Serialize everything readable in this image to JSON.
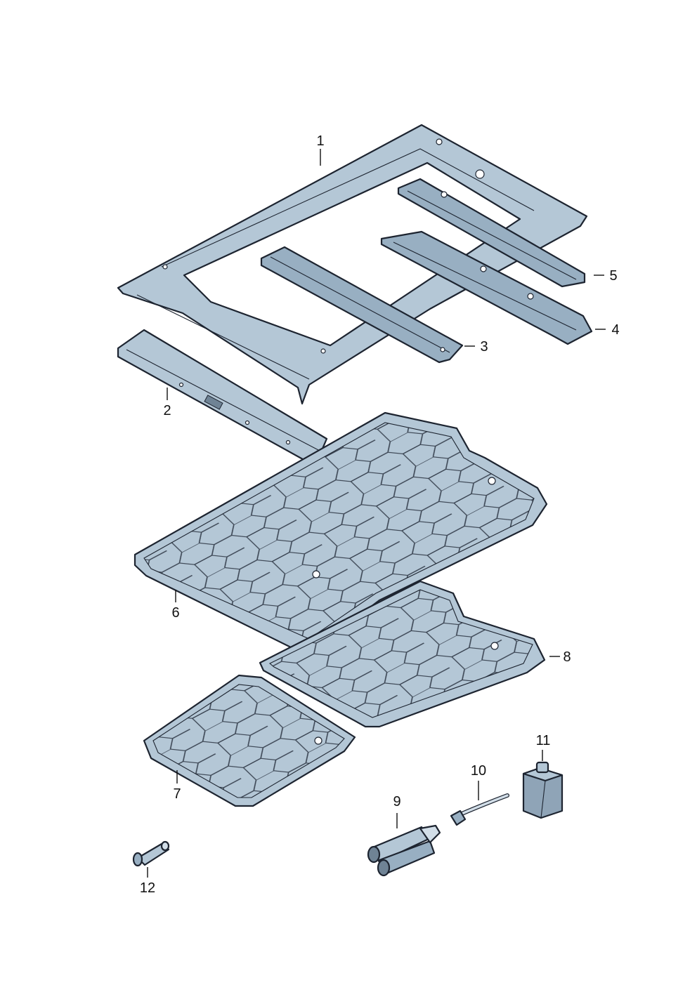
{
  "colors": {
    "part_fill": "#b4c7d6",
    "part_fill_dark": "#98afc2",
    "part_fill_light": "#d2dee8",
    "outline": "#1d2430",
    "background": "#ffffff"
  },
  "callouts": [
    {
      "id": "roof-panel",
      "label": "1"
    },
    {
      "id": "front-cross-member",
      "label": "2"
    },
    {
      "id": "roof-bow-front",
      "label": "3"
    },
    {
      "id": "roof-bow-rear",
      "label": "4"
    },
    {
      "id": "rear-cross-member",
      "label": "5"
    },
    {
      "id": "front-floor-mat",
      "label": "6"
    },
    {
      "id": "small-floor-mat",
      "label": "7"
    },
    {
      "id": "rear-floor-mat",
      "label": "8"
    },
    {
      "id": "cartridge-gun",
      "label": "9"
    },
    {
      "id": "applicator-tube",
      "label": "10"
    },
    {
      "id": "adhesive-container",
      "label": "11"
    },
    {
      "id": "expanding-rivet",
      "label": "12"
    }
  ]
}
